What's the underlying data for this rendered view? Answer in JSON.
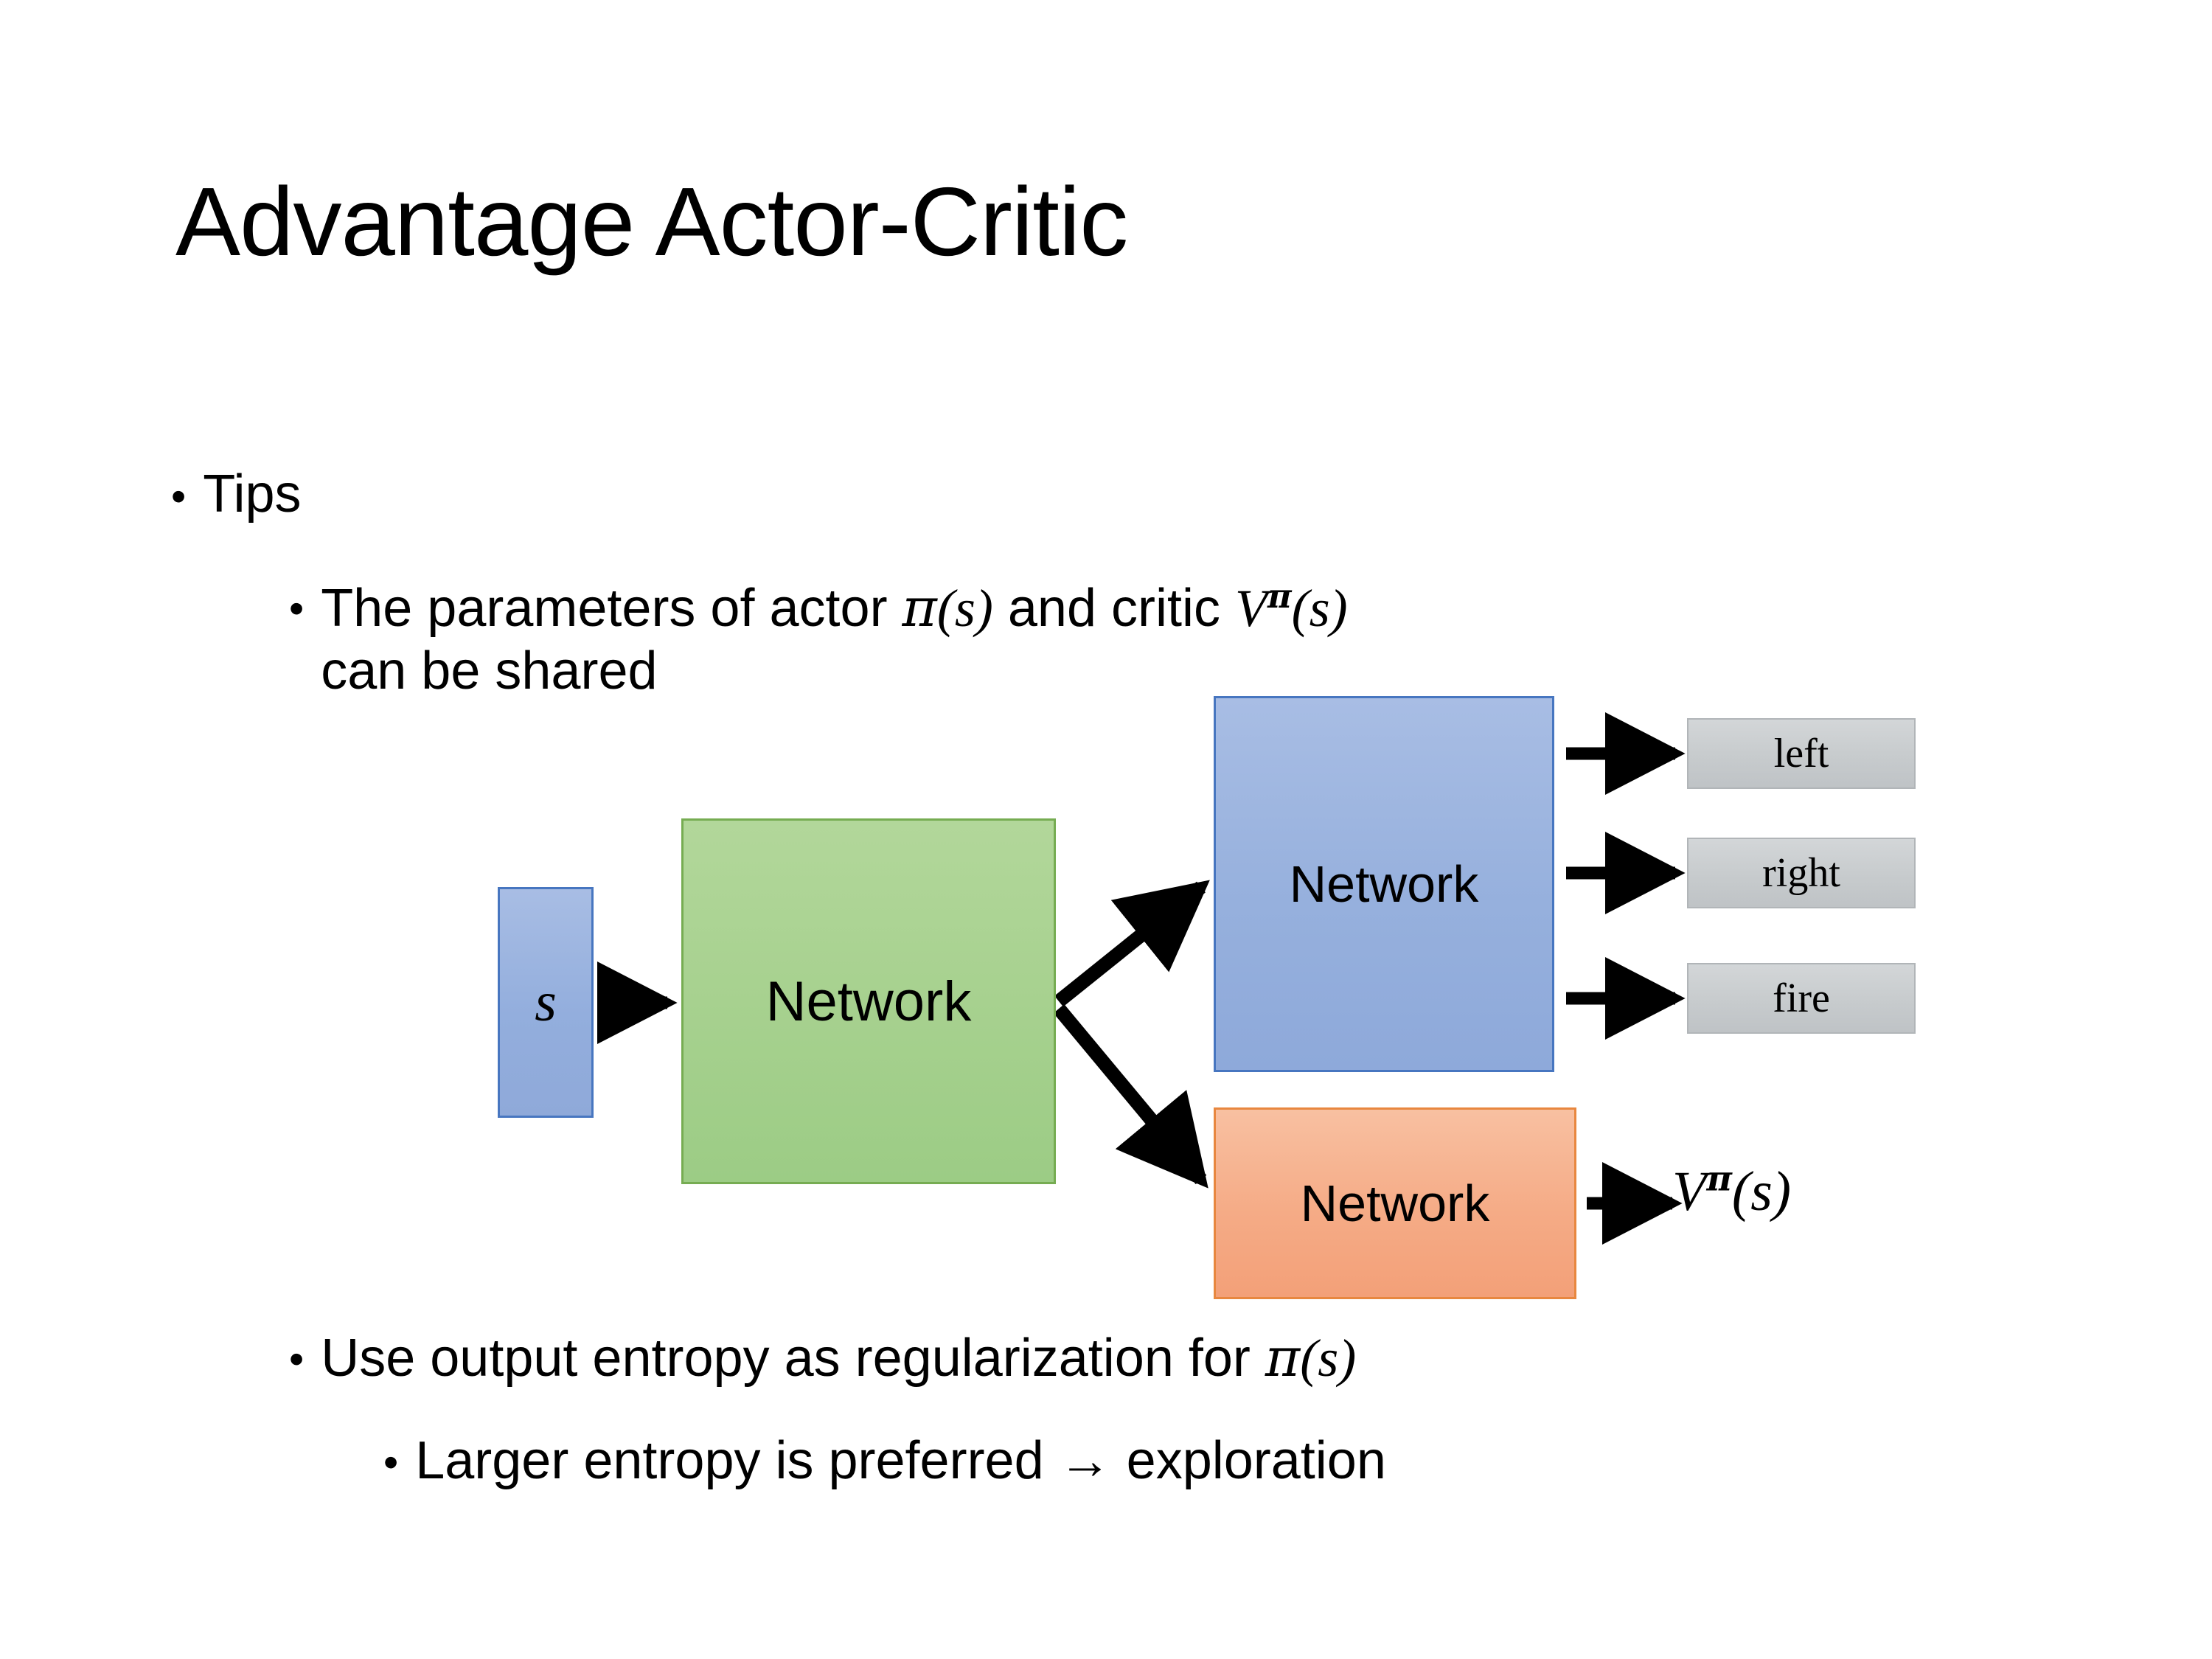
{
  "slide": {
    "title": "Advantage Actor-Critic",
    "background_color": "#FFFFFF"
  },
  "bullets": {
    "tips": {
      "marker": "•",
      "text": "Tips"
    },
    "shared_params": {
      "marker": "•",
      "line1_part1": "The parameters of actor ",
      "line1_math_actor_pi": "π",
      "line1_math_actor_arg": "(s)",
      "line1_part2": "  and critic ",
      "line1_math_critic_v": "V",
      "line1_math_critic_sup": "π",
      "line1_math_critic_arg": "(s)",
      "line2": "can be shared"
    },
    "entropy": {
      "marker": "•",
      "text_part1": "Use output entropy as regularization for ",
      "math_pi": "π",
      "math_arg": "(s)"
    },
    "larger_entropy": {
      "marker": "•",
      "text": "Larger entropy is preferred → exploration"
    }
  },
  "diagram": {
    "state_box": {
      "label": "s",
      "fill": "#93AEDD",
      "border": "#4776C0"
    },
    "shared_network": {
      "label": "Network",
      "fill": "#A7D18F",
      "border": "#76AC52"
    },
    "actor_network": {
      "label": "Network",
      "fill": "#96B0DD",
      "border": "#4776C0"
    },
    "critic_network": {
      "label": "Network",
      "fill": "#F5AB86",
      "border": "#E8873F"
    },
    "action_outputs": [
      {
        "label": "left",
        "fill": "#C7CBCD",
        "border": "#B1B5B8"
      },
      {
        "label": "right",
        "fill": "#C7CBCD",
        "border": "#B1B5B8"
      },
      {
        "label": "fire",
        "fill": "#C7CBCD",
        "border": "#B1B5B8"
      }
    ],
    "value_output": {
      "symbol": "V",
      "superscript": "π",
      "argument": "(s)"
    },
    "arrows": {
      "color": "#000000",
      "state_to_shared": "s → Network",
      "shared_to_actor": "Network → Network (actor)",
      "shared_to_critic": "Network → Network (critic)",
      "actor_to_left": "Network → left",
      "actor_to_right": "Network → right",
      "actor_to_fire": "Network → fire",
      "critic_to_value": "Network → Vπ(s)"
    }
  }
}
